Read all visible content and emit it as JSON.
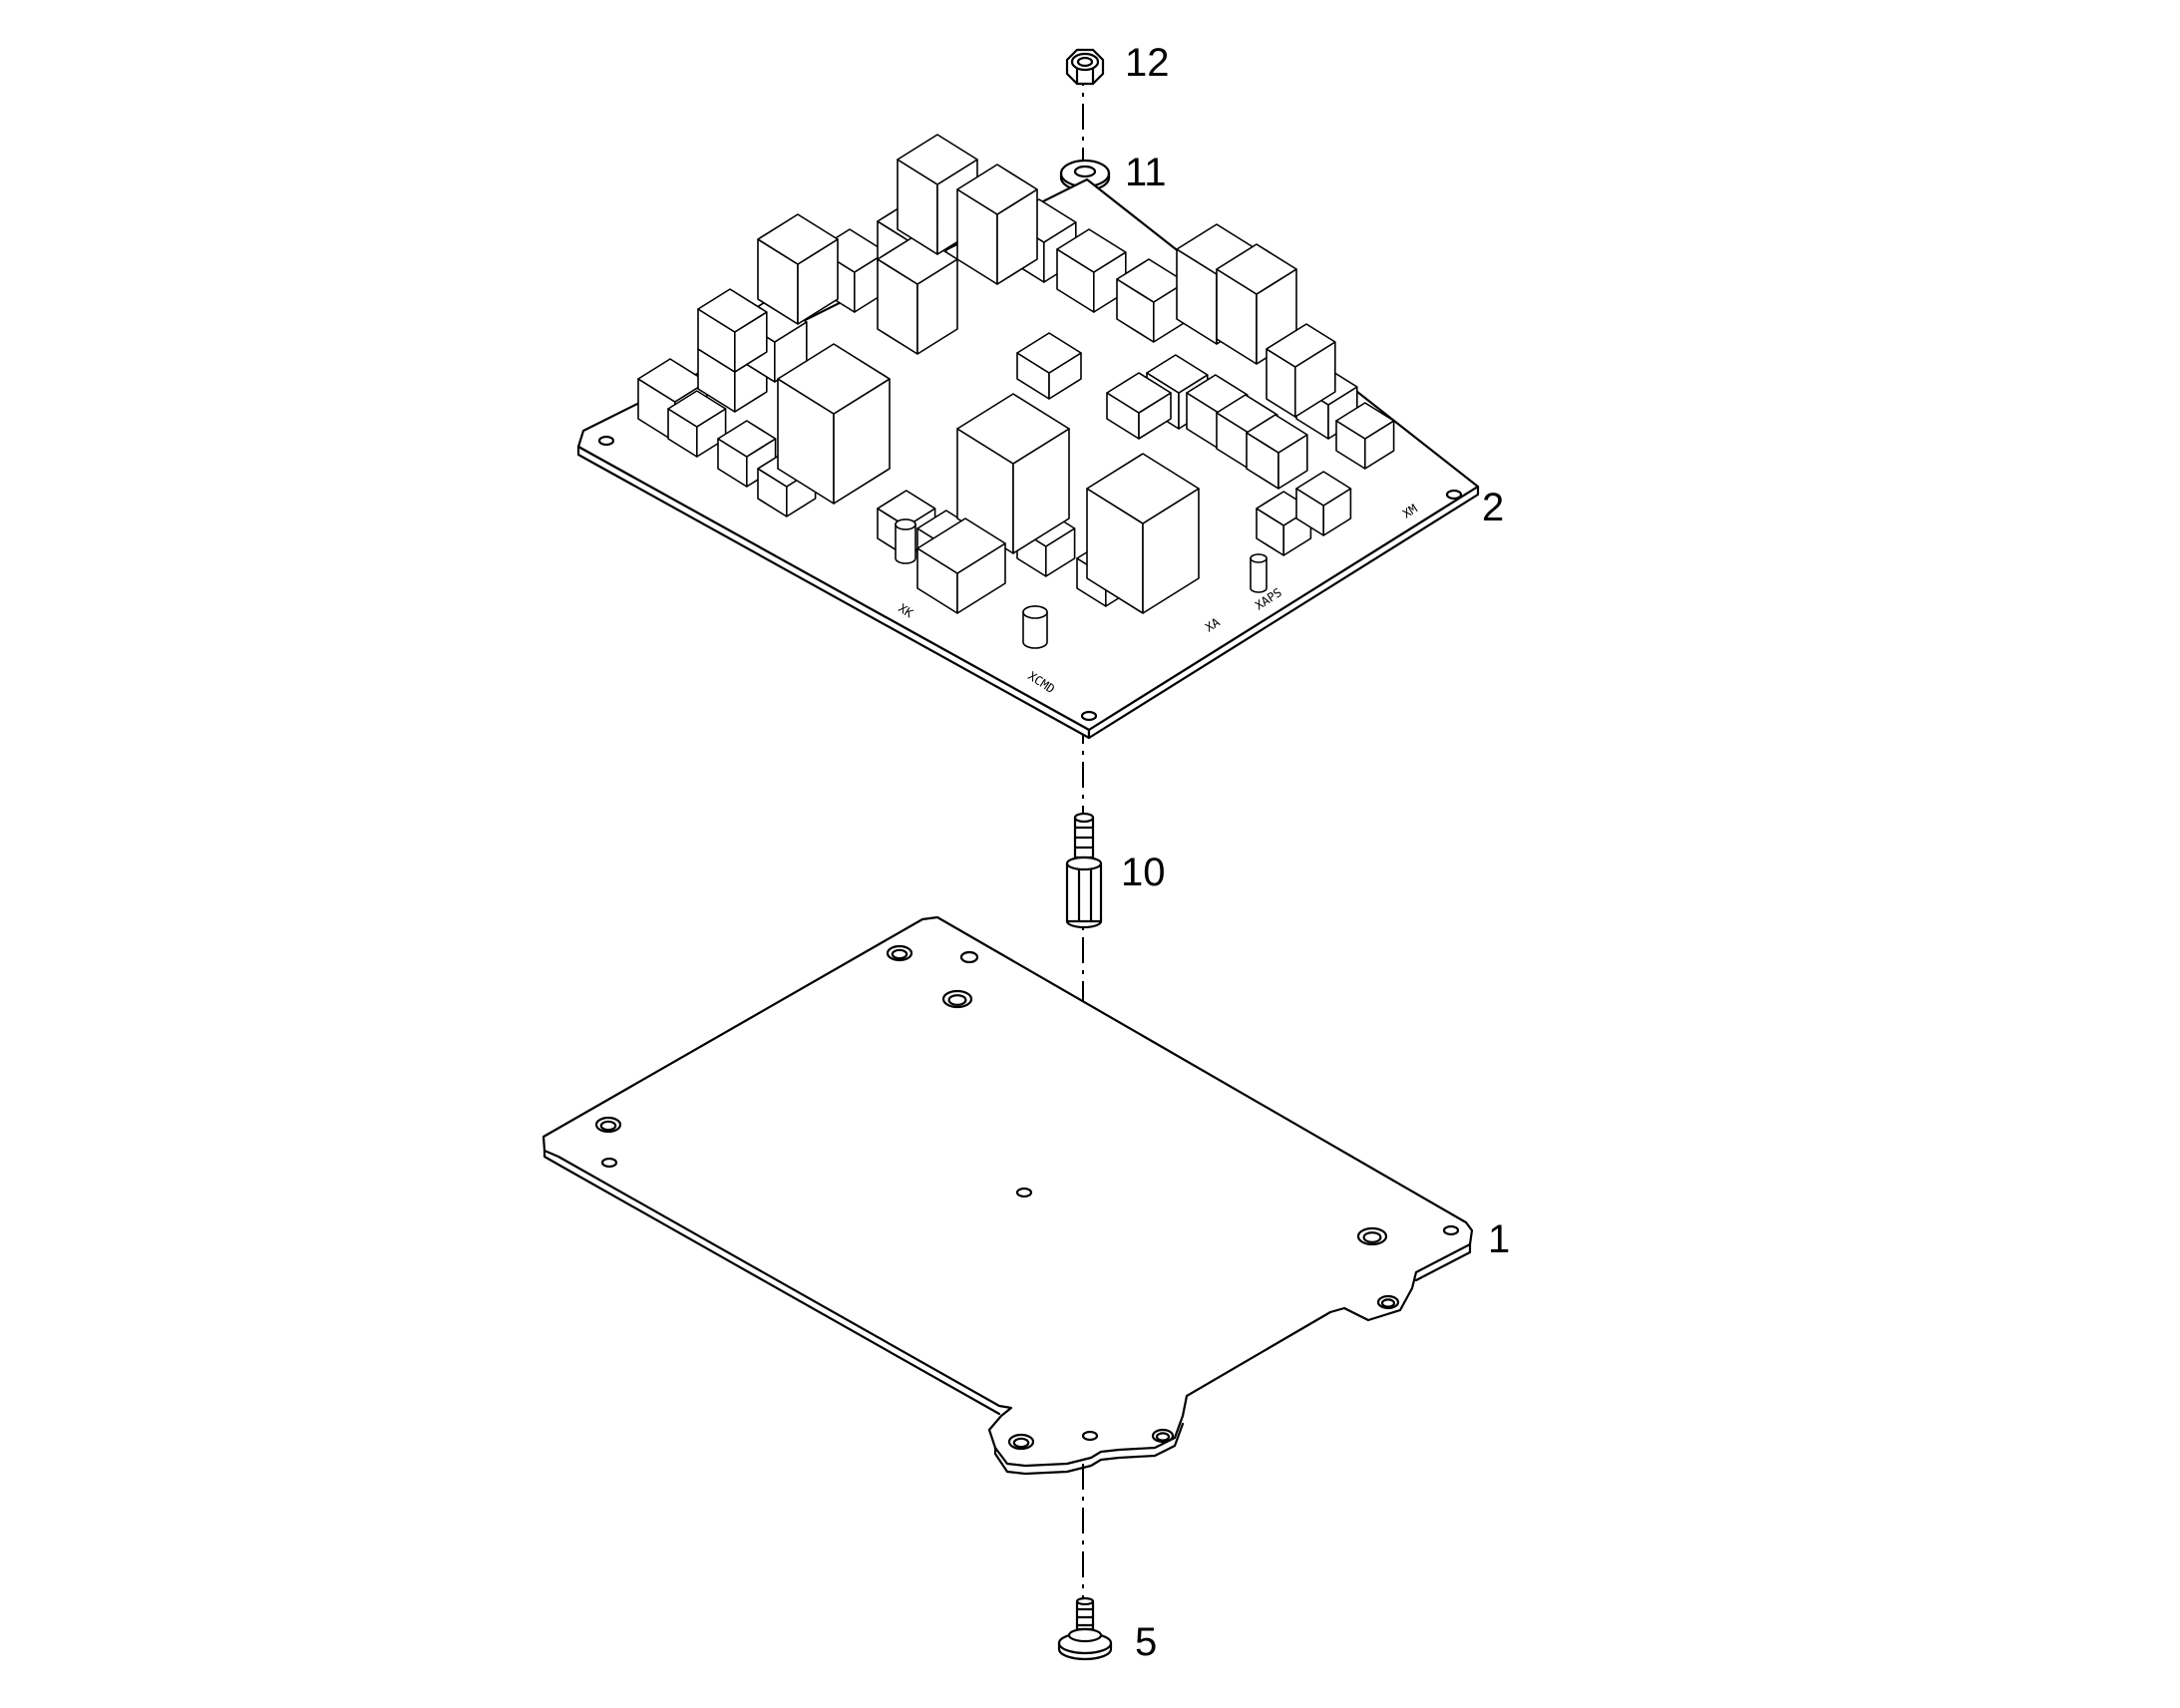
{
  "callouts": {
    "nut": "12",
    "washer": "11",
    "circuit_board": "2",
    "standoff": "10",
    "mounting_plate": "1",
    "screw": "5"
  },
  "silkscreen": {
    "label_a": "XK",
    "label_b": "XCMD",
    "label_c": "XA",
    "label_d": "XAPS",
    "label_e": "XM"
  }
}
